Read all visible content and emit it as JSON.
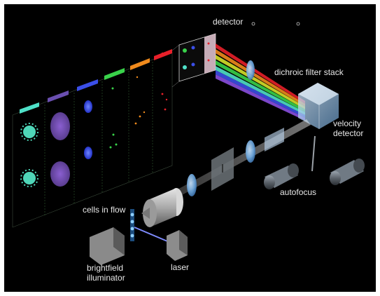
{
  "labels": {
    "detector": "detector",
    "dichroic": "dichroic filter stack",
    "velocity_line1": "velocity",
    "velocity_line2": "detector",
    "autofocus": "autofocus",
    "cells_in_flow": "cells in flow",
    "laser": "laser",
    "brightfield_line1": "brightfield",
    "brightfield_line2": "illuminator"
  },
  "channel_colors": [
    "#4fe0c8",
    "#6a4fb0",
    "#3b4fe8",
    "#39d24a",
    "#f08a1c",
    "#e8202a"
  ]
}
